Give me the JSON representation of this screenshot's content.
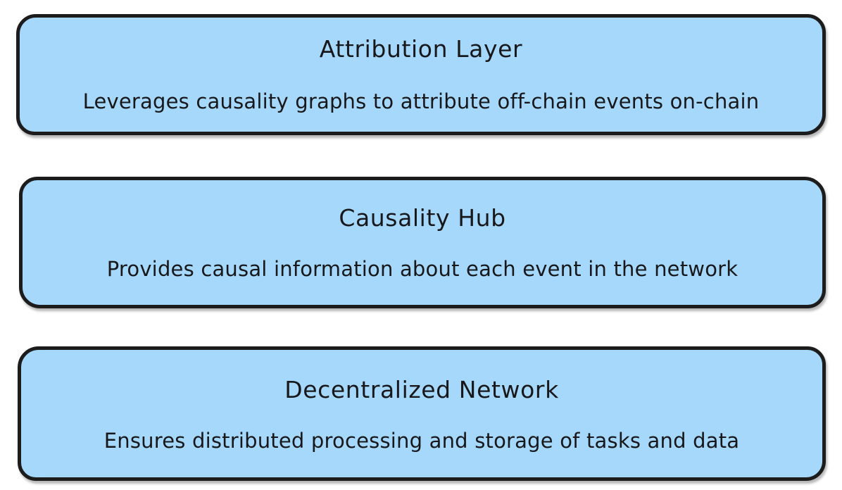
{
  "diagram": {
    "type": "stacked-layer-diagram",
    "background_color": "#ffffff",
    "node_fill_color": "#a5d8fb",
    "node_border_color": "#1c1c1c",
    "text_color": "#18181b",
    "nodes": [
      {
        "id": "attribution-layer",
        "title": "Attribution Layer",
        "description": "Leverages causality graphs to attribute off-chain events on-chain"
      },
      {
        "id": "causality-hub",
        "title": "Causality Hub",
        "description": "Provides causal information about each event in the network"
      },
      {
        "id": "decentralized-network",
        "title": "Decentralized Network",
        "description": "Ensures distributed processing and storage of tasks and data"
      }
    ]
  }
}
